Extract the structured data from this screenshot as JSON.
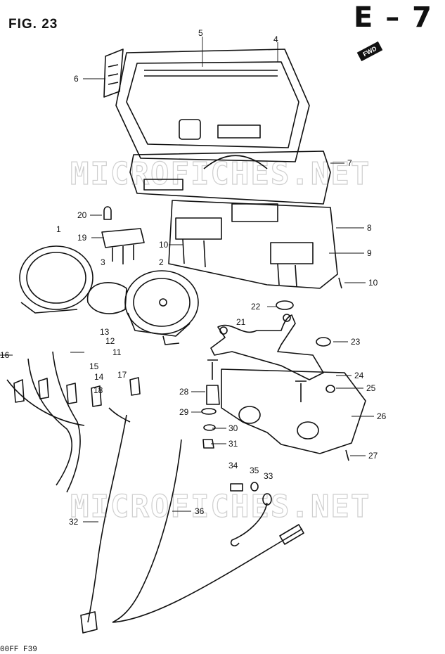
{
  "figure": {
    "title": "FIG. 23",
    "sheet_code": "E – 7",
    "fwd_label": "FWD",
    "footer_code": "00FF  F39",
    "watermark": "MICROFICHES.NET"
  },
  "callouts": [
    {
      "n": "1"
    },
    {
      "n": "2"
    },
    {
      "n": "3"
    },
    {
      "n": "4"
    },
    {
      "n": "5"
    },
    {
      "n": "6"
    },
    {
      "n": "7"
    },
    {
      "n": "8"
    },
    {
      "n": "9"
    },
    {
      "n": "10"
    },
    {
      "n": "10"
    },
    {
      "n": "11"
    },
    {
      "n": "12"
    },
    {
      "n": "13"
    },
    {
      "n": "14"
    },
    {
      "n": "15"
    },
    {
      "n": "16"
    },
    {
      "n": "17"
    },
    {
      "n": "18"
    },
    {
      "n": "19"
    },
    {
      "n": "20"
    },
    {
      "n": "21"
    },
    {
      "n": "22"
    },
    {
      "n": "23"
    },
    {
      "n": "24"
    },
    {
      "n": "25"
    },
    {
      "n": "26"
    },
    {
      "n": "27"
    },
    {
      "n": "28"
    },
    {
      "n": "29"
    },
    {
      "n": "30"
    },
    {
      "n": "31"
    },
    {
      "n": "32"
    },
    {
      "n": "33"
    },
    {
      "n": "34"
    },
    {
      "n": "35"
    },
    {
      "n": "36"
    }
  ]
}
